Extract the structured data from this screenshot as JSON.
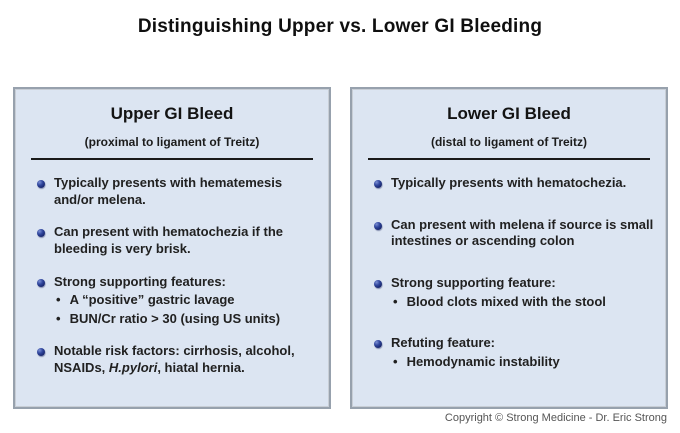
{
  "title": "Distinguishing Upper vs. Lower GI Bleeding",
  "colors": {
    "panel_bg": "#dce5f2",
    "panel_border": "#97a1ad",
    "rule": "#1a1a1a",
    "text": "#212121",
    "sphere_dark": "#16246b",
    "sphere_light": "#7b8fd4",
    "footer_text": "#555555"
  },
  "panels": [
    {
      "title": "Upper GI Bleed",
      "subtitle": "(proximal to ligament of Treitz)",
      "bullets": [
        {
          "segments": [
            {
              "t": "Typically presents with hematemesis and/or melena."
            }
          ],
          "subs": []
        },
        {
          "segments": [
            {
              "t": "Can present with hematochezia if the bleeding is very brisk."
            }
          ],
          "subs": []
        },
        {
          "segments": [
            {
              "t": "Strong supporting features:"
            }
          ],
          "subs": [
            "A “positive” gastric lavage",
            "BUN/Cr ratio > 30 (using US units)"
          ]
        },
        {
          "segments": [
            {
              "t": "Notable risk factors: cirrhosis, alcohol, NSAIDs, "
            },
            {
              "t": "H.pylori",
              "i": true
            },
            {
              "t": ", hiatal hernia."
            }
          ],
          "subs": []
        }
      ]
    },
    {
      "title": "Lower GI Bleed",
      "subtitle": "(distal to ligament of Treitz)",
      "bullets": [
        {
          "segments": [
            {
              "t": "Typically presents with hematochezia."
            }
          ],
          "subs": []
        },
        {
          "segments": [
            {
              "t": "Can present with melena if source is small intestines or ascending colon"
            }
          ],
          "subs": []
        },
        {
          "segments": [
            {
              "t": "Strong supporting feature:"
            }
          ],
          "subs": [
            "Blood clots mixed with the stool"
          ]
        },
        {
          "segments": [
            {
              "t": "Refuting feature:"
            }
          ],
          "subs": [
            "Hemodynamic instability"
          ]
        }
      ]
    }
  ],
  "footer": {
    "copyright": "Copyright © Strong Medicine - Dr. Eric Strong"
  }
}
